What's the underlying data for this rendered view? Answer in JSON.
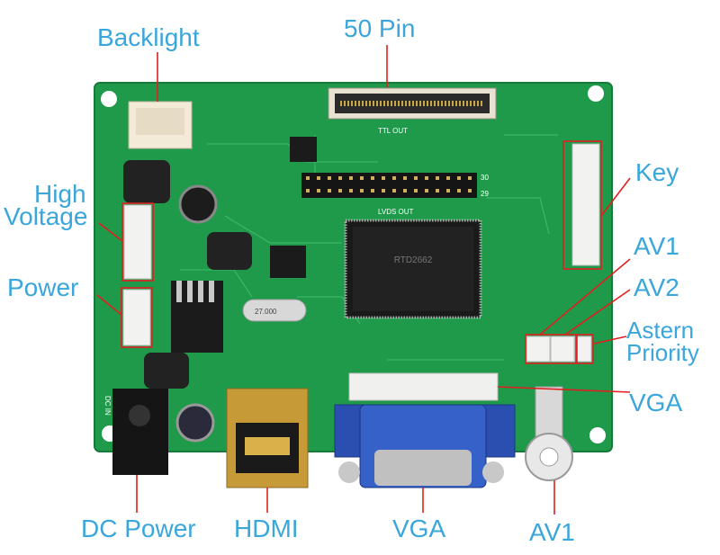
{
  "labels": {
    "backlight": "Backlight",
    "pin50": "50 Pin",
    "key": "Key",
    "high": "High",
    "voltage": "Voltage",
    "power": "Power",
    "av1_right": "AV1",
    "av2": "AV2",
    "astern": "Astern",
    "priority": "Priority",
    "vga_right": "VGA",
    "dc_power": "DC Power",
    "hdmi": "HDMI",
    "vga_bottom": "VGA",
    "av1_bottom": "AV1"
  },
  "silkscreen": {
    "ttl_out": "TTL OUT",
    "lvds_out": "LVDS OUT",
    "dc_in": "DC IN",
    "crystal": "27.000",
    "pin30": "30",
    "pin29": "29"
  },
  "colors": {
    "board": "#1f9a4a",
    "label": "#3aa6dc",
    "pointer": "#e02020"
  }
}
